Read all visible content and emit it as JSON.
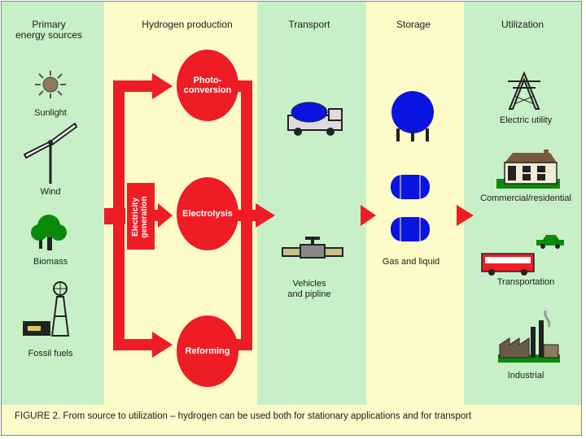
{
  "columns": {
    "sources": "Primary\nenergy sources",
    "production": "Hydrogen production",
    "transport": "Transport",
    "storage": "Storage",
    "utilization": "Utilization"
  },
  "sources": {
    "sunlight": "Sunlight",
    "wind": "Wind",
    "biomass": "Biomass",
    "fossil": "Fossil fuels"
  },
  "production": {
    "photo": "Photo-\nconversion",
    "electrolysis": "Electrolysis",
    "reforming": "Reforming",
    "electricity": "Electricity\ngeneration"
  },
  "transport": {
    "vehicles": "Vehicles\nand pipline"
  },
  "storage": {
    "gas_liquid": "Gas and liquid"
  },
  "utilization": {
    "electric": "Electric utility",
    "commercial": "Commercial/residential",
    "transportation": "Transportation",
    "industrial": "Industrial"
  },
  "caption": "FIGURE 2. From source to utilization – hydrogen can be used both for stationary applications and for transport",
  "colors": {
    "green": "#c8f0c8",
    "cream": "#fdfbc8",
    "red": "#ee1c25",
    "blue": "#0a14e0"
  }
}
